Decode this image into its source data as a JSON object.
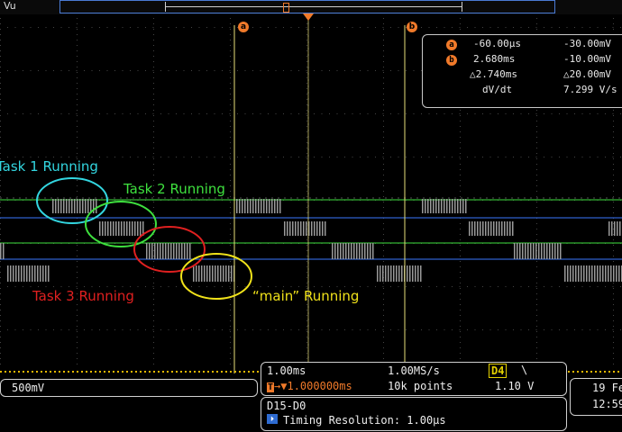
{
  "channel_label": "Vu",
  "markers": {
    "a": "a",
    "b": "b"
  },
  "cursor_readout": {
    "a_time": "-60.00µs",
    "a_value": "-30.00mV",
    "b_time": "2.680ms",
    "b_value": "-10.00mV",
    "delta_time": "△2.740ms",
    "delta_value": "△20.00mV",
    "slope_label": "dV/dt",
    "slope_value": "7.299 V/s"
  },
  "annotations": {
    "task1": "Task 1 Running",
    "task2": "Task 2 Running",
    "task3": "Task 3 Running",
    "main": "“main” Running"
  },
  "colors": {
    "task1": "#33d6e0",
    "task2": "#3ee03e",
    "task3": "#e02020",
    "main": "#f0e21a",
    "trace": "#9a9a9a",
    "cursor": "#e8e07a",
    "accent": "#f07a2a"
  },
  "bottom": {
    "ch_scale": "500mV",
    "timebase": "1.00ms",
    "sample_rate": "1.00MS/s",
    "trigger_channel": "D4",
    "trigger_slope_symbol": "\\",
    "trigger_position": "1.000000ms",
    "record_length": "10k points",
    "trigger_level": "1.10 V",
    "bus": "D15-D0",
    "timing_resolution": "Timing Resolution: 1.00µs",
    "date": "19 Fe",
    "time": "12:59"
  }
}
